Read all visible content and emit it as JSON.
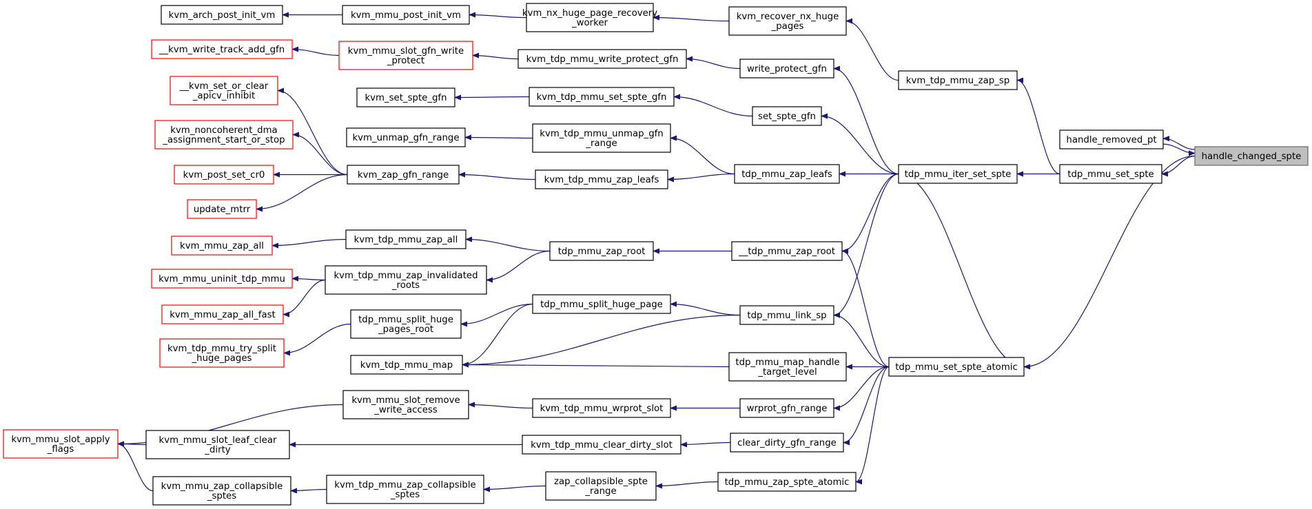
{
  "diagram": {
    "focus_node": "handle_changed_spte",
    "colors": {
      "edge": "#191970",
      "black_border": "#000000",
      "red_border": "#ff0000",
      "focus_fill": "#bfbfbf"
    },
    "nodes": {
      "n1": {
        "lines": [
          "handle_changed_spte"
        ],
        "style": "focus"
      },
      "n2": {
        "lines": [
          "handle_removed_pt"
        ],
        "style": "black"
      },
      "n3": {
        "lines": [
          "tdp_mmu_set_spte"
        ],
        "style": "black"
      },
      "n4": {
        "lines": [
          "tdp_mmu_set_spte_atomic"
        ],
        "style": "black"
      },
      "n5": {
        "lines": [
          "kvm_tdp_mmu_zap_sp"
        ],
        "style": "black"
      },
      "n6": {
        "lines": [
          "tdp_mmu_iter_set_spte"
        ],
        "style": "black"
      },
      "n7": {
        "lines": [
          "kvm_recover_nx_huge",
          "_pages"
        ],
        "style": "black"
      },
      "n8": {
        "lines": [
          "write_protect_gfn"
        ],
        "style": "black"
      },
      "n9": {
        "lines": [
          "set_spte_gfn"
        ],
        "style": "black"
      },
      "n10": {
        "lines": [
          "tdp_mmu_zap_leafs"
        ],
        "style": "black"
      },
      "n11": {
        "lines": [
          "__tdp_mmu_zap_root"
        ],
        "style": "black"
      },
      "n12": {
        "lines": [
          "tdp_mmu_link_sp"
        ],
        "style": "black"
      },
      "n13": {
        "lines": [
          "tdp_mmu_map_handle",
          "_target_level"
        ],
        "style": "black"
      },
      "n14": {
        "lines": [
          "wrprot_gfn_range"
        ],
        "style": "black"
      },
      "n15": {
        "lines": [
          "clear_dirty_gfn_range"
        ],
        "style": "black"
      },
      "n16": {
        "lines": [
          "tdp_mmu_zap_spte_atomic"
        ],
        "style": "black"
      },
      "n17": {
        "lines": [
          "kvm_nx_huge_page_recovery",
          "_worker"
        ],
        "style": "black"
      },
      "n18": {
        "lines": [
          "kvm_tdp_mmu_write_protect_gfn"
        ],
        "style": "black"
      },
      "n19": {
        "lines": [
          "kvm_tdp_mmu_set_spte_gfn"
        ],
        "style": "black"
      },
      "n20": {
        "lines": [
          "kvm_tdp_mmu_unmap_gfn",
          "_range"
        ],
        "style": "black"
      },
      "n21": {
        "lines": [
          "kvm_tdp_mmu_zap_leafs"
        ],
        "style": "black"
      },
      "n22": {
        "lines": [
          "tdp_mmu_zap_root"
        ],
        "style": "black"
      },
      "n23": {
        "lines": [
          "tdp_mmu_split_huge_page"
        ],
        "style": "black"
      },
      "n24": {
        "lines": [
          "kvm_tdp_mmu_map"
        ],
        "style": "black"
      },
      "n25": {
        "lines": [
          "kvm_tdp_mmu_wrprot_slot"
        ],
        "style": "black"
      },
      "n26": {
        "lines": [
          "kvm_tdp_mmu_clear_dirty_slot"
        ],
        "style": "black"
      },
      "n27": {
        "lines": [
          "zap_collapsible_spte",
          "_range"
        ],
        "style": "black"
      },
      "n28": {
        "lines": [
          "kvm_mmu_post_init_vm"
        ],
        "style": "black"
      },
      "n29": {
        "lines": [
          "kvm_arch_post_init_vm"
        ],
        "style": "black"
      },
      "n30": {
        "lines": [
          "kvm_mmu_slot_gfn_write",
          "_protect"
        ],
        "style": "red"
      },
      "n31": {
        "lines": [
          "__kvm_write_track_add_gfn"
        ],
        "style": "red"
      },
      "n32": {
        "lines": [
          "kvm_set_spte_gfn"
        ],
        "style": "black"
      },
      "n33": {
        "lines": [
          "kvm_unmap_gfn_range"
        ],
        "style": "black"
      },
      "n34": {
        "lines": [
          "kvm_zap_gfn_range"
        ],
        "style": "black"
      },
      "n35": {
        "lines": [
          "__kvm_set_or_clear",
          "_apicv_inhibit"
        ],
        "style": "red"
      },
      "n36": {
        "lines": [
          "kvm_noncoherent_dma",
          "_assignment_start_or_stop"
        ],
        "style": "red"
      },
      "n37": {
        "lines": [
          "kvm_post_set_cr0"
        ],
        "style": "red"
      },
      "n38": {
        "lines": [
          "update_mtrr"
        ],
        "style": "red"
      },
      "n39": {
        "lines": [
          "kvm_tdp_mmu_zap_all"
        ],
        "style": "black"
      },
      "n40": {
        "lines": [
          "kvm_mmu_zap_all"
        ],
        "style": "red"
      },
      "n41": {
        "lines": [
          "kvm_tdp_mmu_zap_invalidated",
          "_roots"
        ],
        "style": "black"
      },
      "n42": {
        "lines": [
          "kvm_mmu_uninit_tdp_mmu"
        ],
        "style": "red"
      },
      "n43": {
        "lines": [
          "kvm_mmu_zap_all_fast"
        ],
        "style": "red"
      },
      "n44": {
        "lines": [
          "tdp_mmu_split_huge",
          "_pages_root"
        ],
        "style": "black"
      },
      "n45": {
        "lines": [
          "kvm_tdp_mmu_try_split",
          "_huge_pages"
        ],
        "style": "red"
      },
      "n46": {
        "lines": [
          "kvm_mmu_slot_remove",
          "_write_access"
        ],
        "style": "black"
      },
      "n47": {
        "lines": [
          "kvm_mmu_slot_apply",
          "_flags"
        ],
        "style": "red"
      },
      "n48": {
        "lines": [
          "kvm_mmu_slot_leaf_clear",
          "_dirty"
        ],
        "style": "black"
      },
      "n49": {
        "lines": [
          "kvm_tdp_mmu_zap_collapsible",
          "_sptes"
        ],
        "style": "black"
      },
      "n50": {
        "lines": [
          "kvm_mmu_zap_collapsible",
          "_sptes"
        ],
        "style": "black"
      }
    }
  }
}
